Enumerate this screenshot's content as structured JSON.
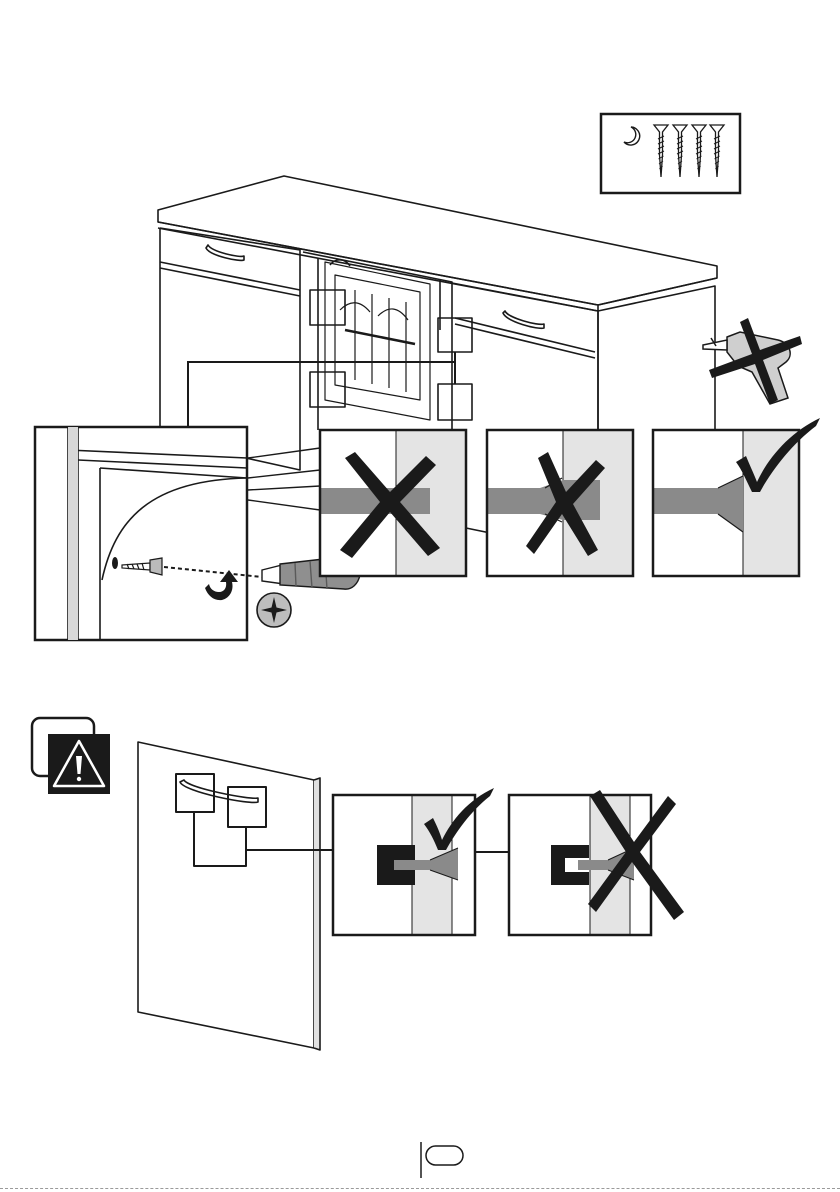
{
  "page": {
    "colors": {
      "ink": "#1a1a1a",
      "wall_light": "#e4e4e4",
      "wall_mid": "#d2d2d2",
      "screw_grey": "#8a8a8a",
      "sheet_white": "#ffffff"
    }
  },
  "top_section": {
    "parts_box": {
      "icons": [
        "crescent-icon",
        "wood-screw-icon",
        "wood-screw-icon",
        "wood-screw-icon",
        "wood-screw-icon"
      ]
    },
    "prohibited_tool": "power-drill-icon",
    "detail_insets": [
      {
        "verdict": "wrong",
        "mark_icon": "cross-icon"
      },
      {
        "verdict": "wrong",
        "mark_icon": "cross-icon"
      },
      {
        "verdict": "correct",
        "mark_icon": "check-icon"
      }
    ],
    "screw_detail": {
      "tool_icon": "screwdriver-icon",
      "bit_icon": "phillips-head-icon",
      "motion_icon": "rotate-arrow-icon"
    }
  },
  "bottom_section": {
    "warning_icon": "warning-triangle-icon",
    "detail_insets": [
      {
        "verdict": "correct",
        "mark_icon": "check-icon"
      },
      {
        "verdict": "wrong",
        "mark_icon": "cross-icon"
      }
    ]
  },
  "footer": {
    "page_icon": "language-code-pill-icon"
  }
}
